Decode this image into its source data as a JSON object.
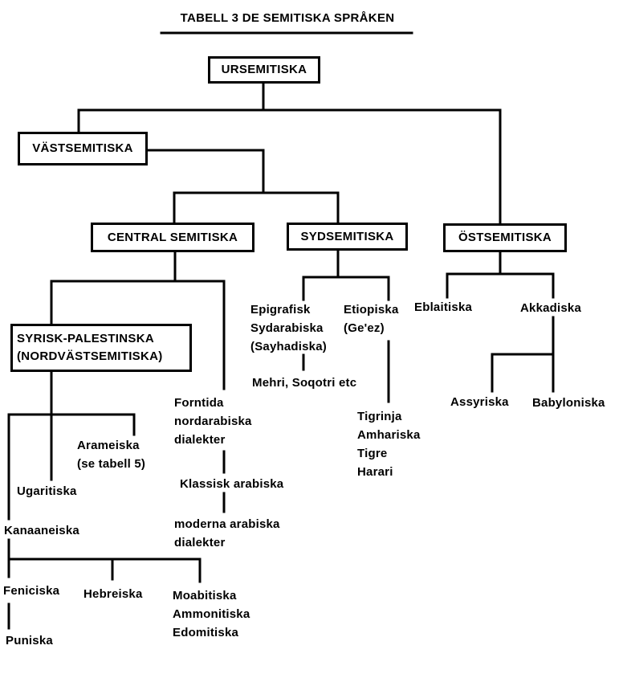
{
  "title": "TABELL 3 DE SEMITISKA SPRÅKEN",
  "colors": {
    "ink": "#000000",
    "background": "#ffffff"
  },
  "nodes": {
    "ursemitiska": "URSEMITISKA",
    "vastsemitiska": "VÄSTSEMITISKA",
    "central_semitiska": "CENTRAL SEMITISKA",
    "sydsemitiska": "SYDSEMITISKA",
    "ostsemitiska": "ÖSTSEMITISKA",
    "syrisk_palestinska": [
      "SYRISK-PALESTINSKA",
      "(NORDVÄSTSEMITISKA)"
    ],
    "epigrafisk": [
      "Epigrafisk",
      "Sydarabiska",
      "(Sayhadiska)"
    ],
    "mehri": "Mehri, Soqotri etc",
    "etiopiska": [
      "Etiopiska",
      "(Ge'ez)"
    ],
    "etiopiska_langs": [
      "Tigrinja",
      "Amhariska",
      "Tigre",
      "Harari"
    ],
    "eblaitiska": "Eblaitiska",
    "akkadiska": "Akkadiska",
    "assyriska": "Assyriska",
    "babyloniska": "Babyloniska",
    "forntida": [
      "Forntida",
      "nordarabiska",
      "dialekter"
    ],
    "klassisk": "Klassisk arabiska",
    "moderna": [
      "moderna arabiska",
      "dialekter"
    ],
    "arameiska": [
      "Arameiska",
      "(se tabell 5)"
    ],
    "ugaritiska": "Ugaritiska",
    "kanaaneiska": "Kanaaneiska",
    "feniciska": "Feniciska",
    "punisk": "Puniska",
    "hebreiska": "Hebreiska",
    "moab_group": [
      "Moabitiska",
      "Ammonitiska",
      "Edomitiska"
    ]
  }
}
